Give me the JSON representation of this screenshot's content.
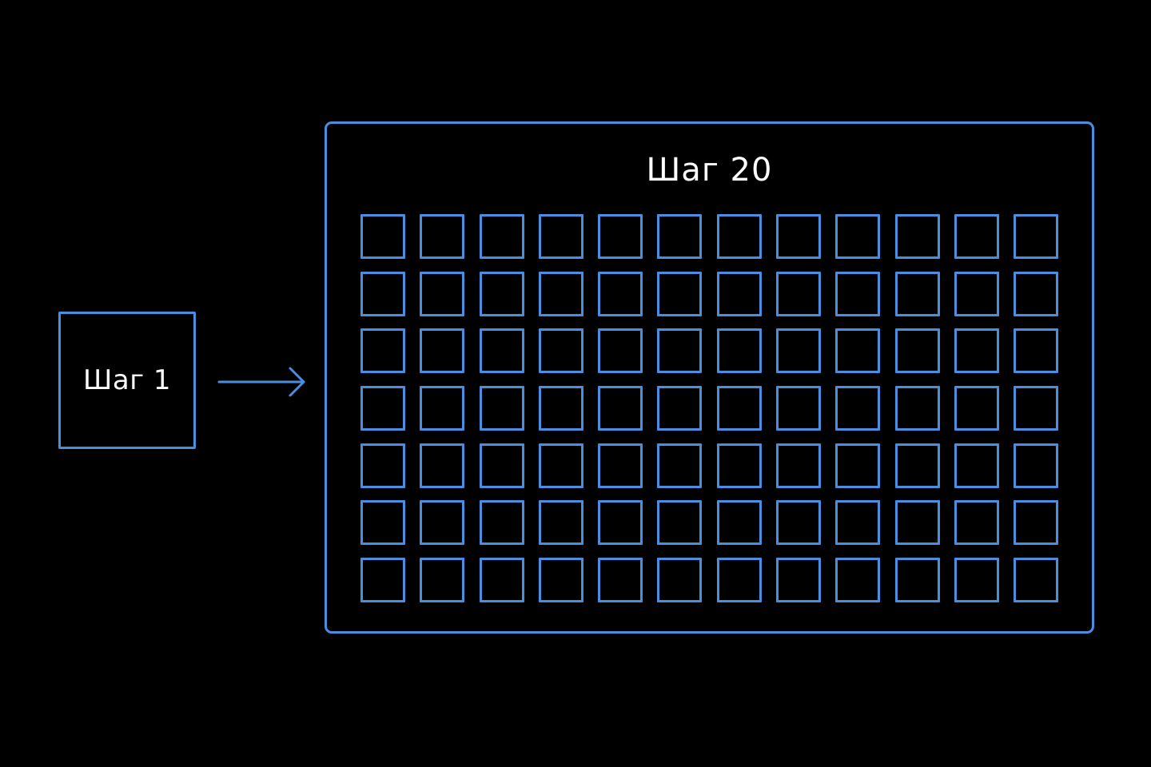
{
  "step_start": {
    "label": "Шаг 1"
  },
  "step_end": {
    "label": "Шаг 20",
    "grid": {
      "rows": 7,
      "columns": 12
    }
  },
  "colors": {
    "background": "#000000",
    "stroke": "#4a8ee0",
    "text": "#ffffff"
  },
  "icons": {
    "connector": "arrow-right-icon"
  }
}
